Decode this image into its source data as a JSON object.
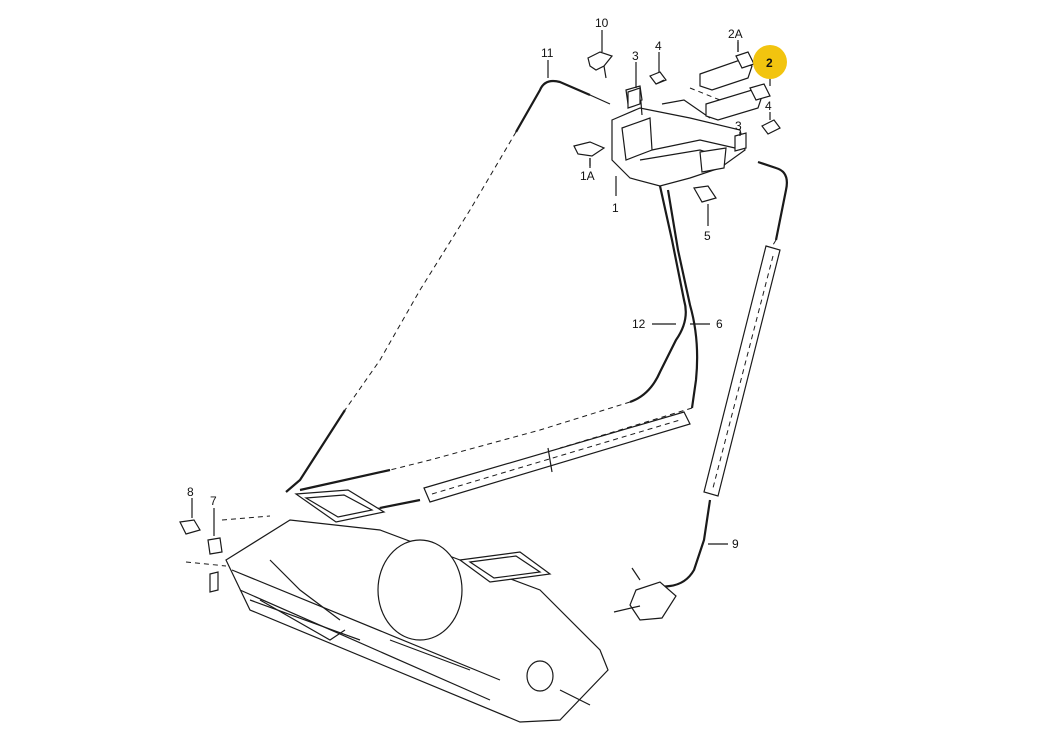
{
  "callouts": {
    "c10": "10",
    "c11": "11",
    "c3a": "3",
    "c4a": "4",
    "c2A": "2A",
    "c2": "2",
    "c4b": "4",
    "c3b": "3",
    "c1A": "1A",
    "c1": "1",
    "c5": "5",
    "c12": "12",
    "c6": "6",
    "c8": "8",
    "c7": "7",
    "c9": "9"
  },
  "highlight": {
    "callout": "2",
    "color": "#f2c40f"
  }
}
